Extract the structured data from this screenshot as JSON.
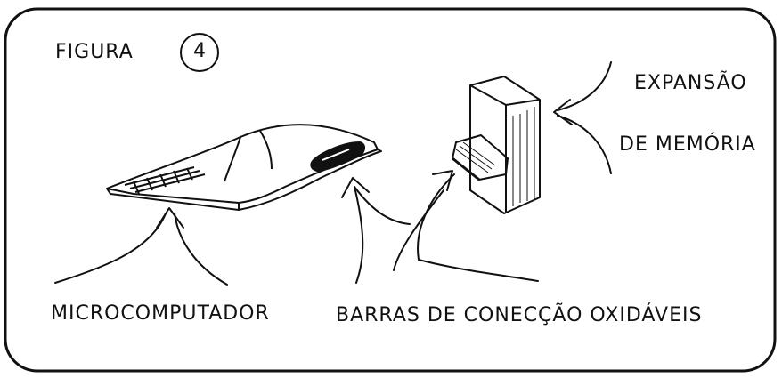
{
  "figure": {
    "title": "FIGURA",
    "number": "4"
  },
  "labels": {
    "expansion_line1": "EXPANSÃO",
    "expansion_line2": "DE MEMÓRIA",
    "microcomputer": "MICROCOMPUTADOR",
    "bars": "BARRAS DE CONECÇÃO OXIDÁVEIS"
  },
  "colors": {
    "ink": "#111111",
    "paper": "#ffffff"
  }
}
